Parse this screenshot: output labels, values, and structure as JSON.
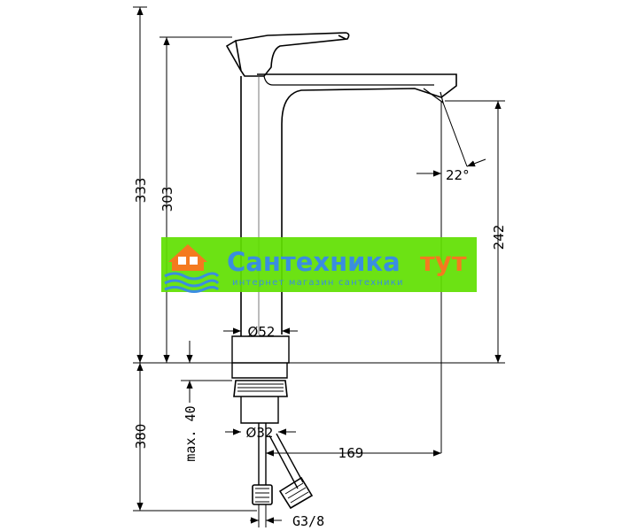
{
  "dimensions": {
    "total_height": "333",
    "spout_height": "303",
    "outlet_height": "242",
    "base_diameter": "Ø52",
    "shank_diameter": "Ø32",
    "reach": "169",
    "max_thickness": "max. 40",
    "hose_connection": "G3/8",
    "hose_length": "380",
    "spout_angle": "22°"
  },
  "watermark": {
    "title_part1": "Сантехника",
    "title_part2": "тут",
    "subtitle": "интернет магазин сантехники",
    "background_color": "#5fe000",
    "title_color": "#3a8de0",
    "accent_color": "#f47a1f"
  }
}
